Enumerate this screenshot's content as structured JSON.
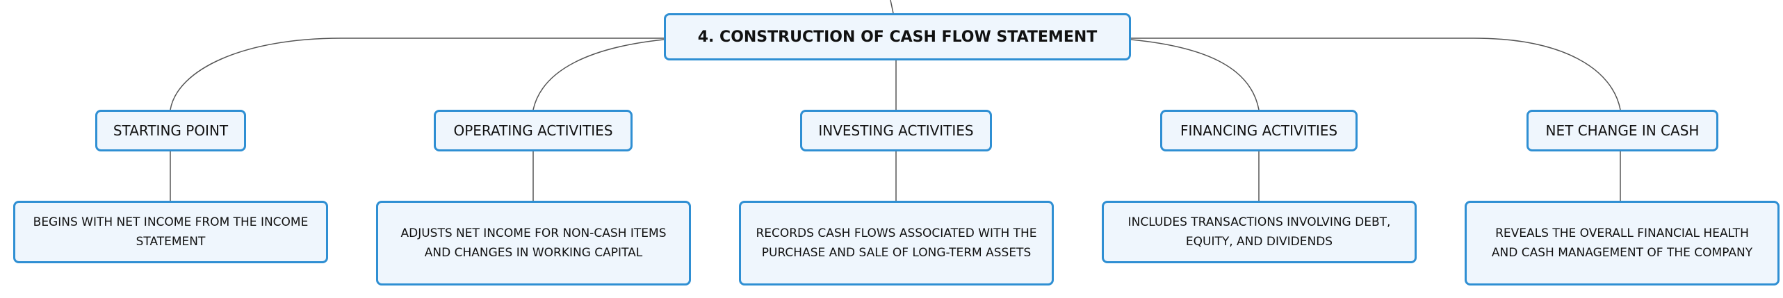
{
  "root": {
    "label": "4. CONSTRUCTION OF CASH FLOW STATEMENT"
  },
  "branches": [
    {
      "label": "STARTING POINT",
      "description": "BEGINS WITH NET INCOME FROM THE INCOME STATEMENT"
    },
    {
      "label": "OPERATING ACTIVITIES",
      "description": "ADJUSTS NET INCOME FOR NON-CASH ITEMS AND CHANGES IN WORKING CAPITAL"
    },
    {
      "label": "INVESTING ACTIVITIES",
      "description": "RECORDS CASH FLOWS ASSOCIATED WITH THE PURCHASE AND SALE OF LONG-TERM ASSETS"
    },
    {
      "label": "FINANCING ACTIVITIES",
      "description": "INCLUDES TRANSACTIONS INVOLVING DEBT, EQUITY, AND DIVIDENDS"
    },
    {
      "label": "NET CHANGE IN CASH",
      "description": "REVEALS THE OVERALL FINANCIAL HEALTH AND CASH MANAGEMENT OF THE COMPANY"
    }
  ],
  "colors": {
    "node_border": "#2f8fd3",
    "node_fill": "#eff6fd",
    "connector": "#555555",
    "text": "#111111"
  }
}
